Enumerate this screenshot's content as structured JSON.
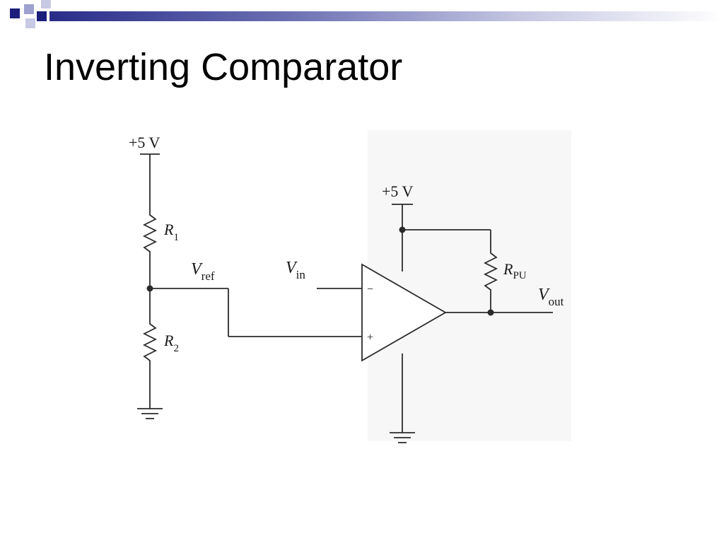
{
  "slide": {
    "title": "Inverting Comparator"
  },
  "theme": {
    "header_dark": "#1b1e7a",
    "header_mid": "#5a5fa8",
    "header_light": "#c8cae3",
    "wire_color": "#2b2b2b"
  },
  "diagram": {
    "supply_left": "+5 V",
    "supply_right": "+5 V",
    "r1": {
      "main": "R",
      "sub": "1"
    },
    "r2": {
      "main": "R",
      "sub": "2"
    },
    "rpu": {
      "main": "R",
      "sub": "PU"
    },
    "vref": {
      "main": "V",
      "sub": "ref"
    },
    "vin": {
      "main": "V",
      "sub": "in"
    },
    "vout": {
      "main": "V",
      "sub": "out"
    },
    "minus_sign": "−",
    "plus_sign": "+"
  }
}
